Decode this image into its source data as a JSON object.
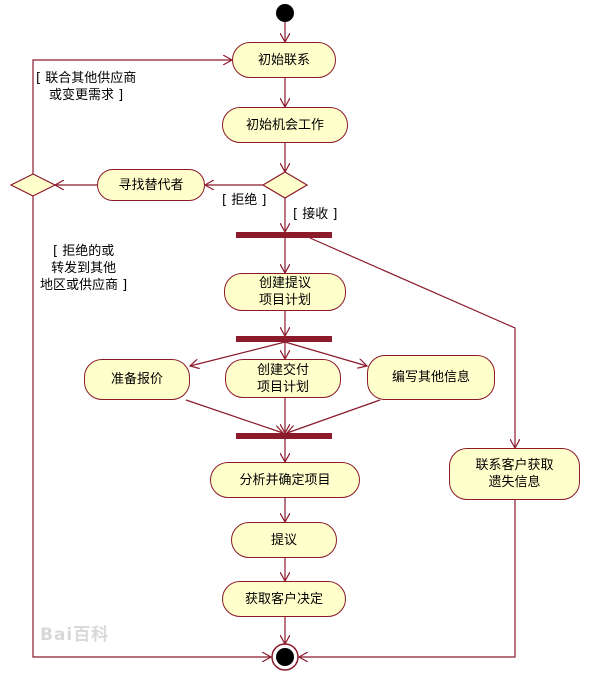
{
  "colors": {
    "accent": "#8b1a2b",
    "node_fill": "#ffffcc",
    "line": "#8b1a2b"
  },
  "nodes": {
    "initial_contact": "初始联系",
    "initial_work": "初始机会工作",
    "find_alternative": "寻找替代者",
    "create_proposal": "创建提议\n项目计划",
    "prepare_quote": "准备报价",
    "create_delivery": "创建交付\n项目计划",
    "write_other_info": "编写其他信息",
    "contact_customer": "联系客户获取\n遗失信息",
    "analyze_project": "分析并确定项目",
    "proposal": "提议",
    "get_decision": "获取客户决定"
  },
  "guards": {
    "reject": "[ 拒绝 ]",
    "accept": "[ 接收 ]",
    "other_supplier": "[ 联合其他供应商\n或变更需求 ]",
    "rejected_or_transfer": "[ 拒绝的或\n转发到其他\n地区或供应商 ]"
  },
  "watermark": "Bai百科"
}
